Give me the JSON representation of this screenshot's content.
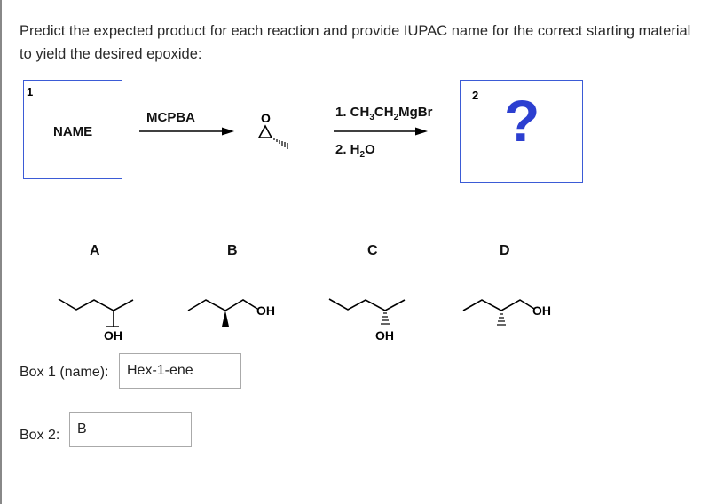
{
  "prompt": "Predict the expected product for each reaction and provide IUPAC name for the correct starting material to yield the desired epoxide:",
  "scheme": {
    "box1_number": "1",
    "box1_label": "NAME",
    "reagent1": "MCPBA",
    "reagent2_step1_parts": [
      "1. CH",
      "3",
      "CH",
      "2",
      "MgBr"
    ],
    "reagent2_step2_parts": [
      "2. H",
      "2",
      "O"
    ],
    "epoxide_oxygen": "O",
    "box2_number": "2",
    "box2_symbol": "?"
  },
  "choices": [
    {
      "letter": "A",
      "oh_label": "OH"
    },
    {
      "letter": "B",
      "oh_label": "OH"
    },
    {
      "letter": "C",
      "oh_label": "OH"
    },
    {
      "letter": "D",
      "oh_label": "OH"
    }
  ],
  "answers": {
    "box1_label": "Box 1 (name):",
    "box1_value": "Hex-1-ene",
    "box2_label": "Box 2:",
    "box2_value": "B"
  },
  "colors": {
    "box_border": "#3b5bd6",
    "question_mark": "#2c3fd0"
  }
}
